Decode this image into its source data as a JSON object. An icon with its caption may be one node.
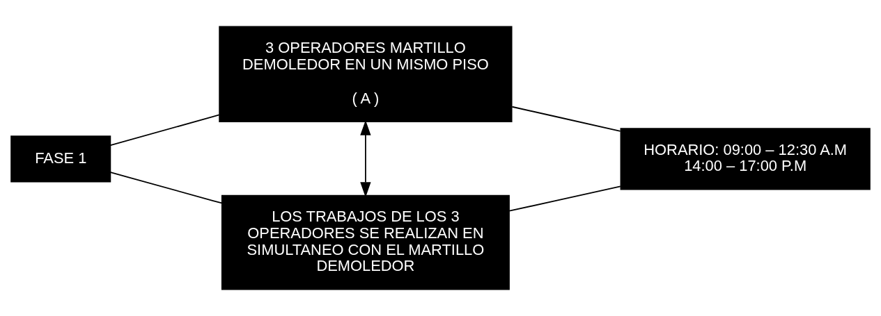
{
  "diagram": {
    "nodes": [
      {
        "text": [
          "FASE 1"
        ]
      },
      {
        "text": [
          "3 OPERADORES MARTILLO DEMOLEDOR EN UN MISMO PISO",
          "( A )"
        ]
      },
      {
        "text": [
          "LOS TRABAJOS DE LOS 3 OPERADORES SE REALIZAN EN SIMULTANEO CON EL MARTILLO DEMOLEDOR"
        ]
      },
      {
        "text": [
          "HORARIO: 09:00 – 12:30 A.M 14:00 – 17:00 P.M"
        ]
      }
    ],
    "edges": [
      {
        "from": 0,
        "to": 1,
        "arrow": "none"
      },
      {
        "from": 0,
        "to": 2,
        "arrow": "none"
      },
      {
        "from": 1,
        "to": 2,
        "arrow": "both"
      },
      {
        "from": 1,
        "to": 3,
        "arrow": "none"
      },
      {
        "from": 2,
        "to": 3,
        "arrow": "none"
      }
    ]
  }
}
